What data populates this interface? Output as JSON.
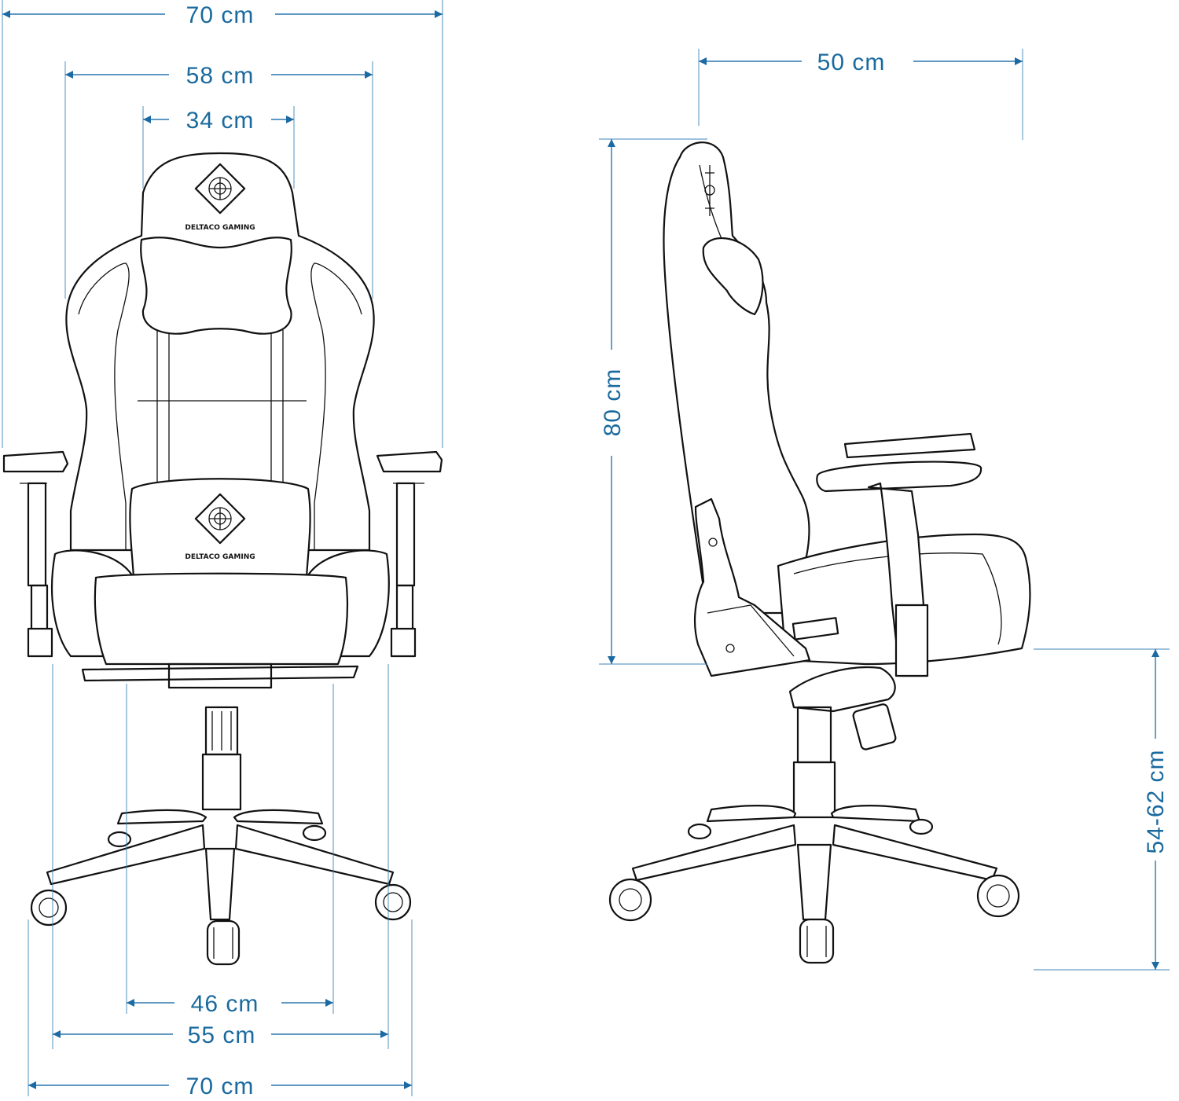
{
  "front_view": {
    "brand_top": "DELTACO GAMING",
    "brand_lumbar": "DELTACO GAMING",
    "overall_width": "70 cm",
    "backrest_width": "58 cm",
    "headrest_width": "34 cm",
    "seat_width": "46 cm",
    "armrest_span": "55 cm",
    "base_width": "70 cm"
  },
  "side_view": {
    "depth": "50 cm",
    "backrest_height": "80 cm",
    "seat_height": "54-62 cm"
  },
  "colors": {
    "dimension": "#1b6aa3",
    "line_art": "#111111"
  }
}
